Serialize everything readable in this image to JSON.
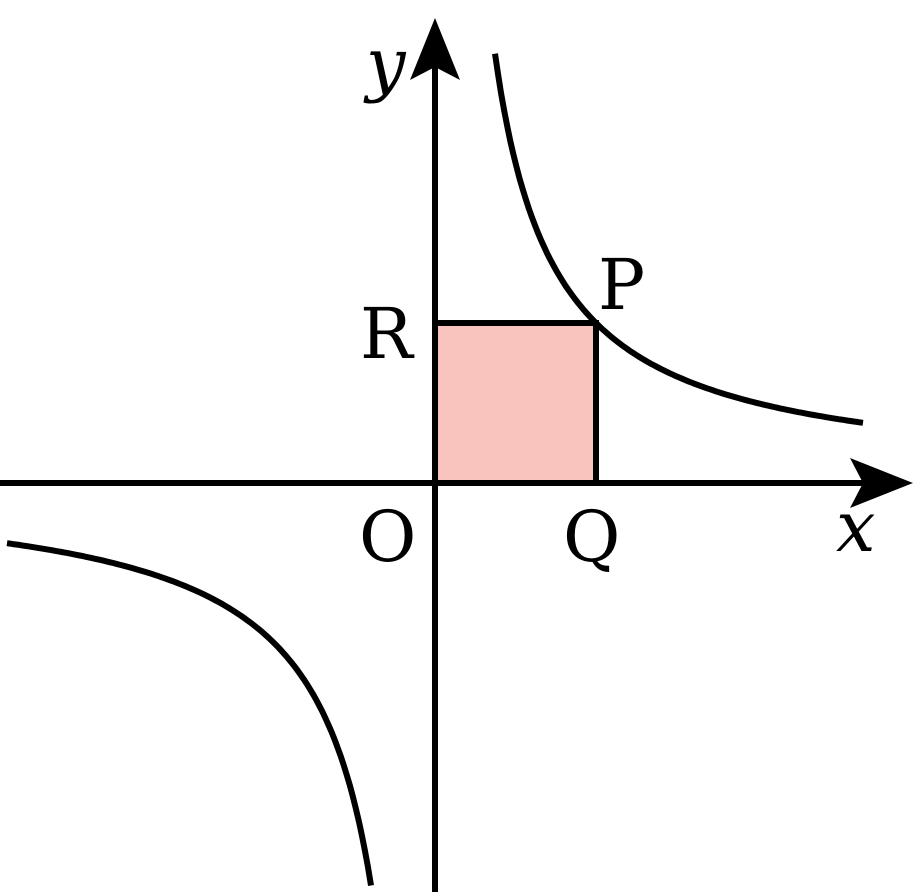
{
  "diagram": {
    "axes": {
      "x_label": "x",
      "y_label": "y"
    },
    "points": {
      "origin": "O",
      "p": "P",
      "q": "Q",
      "r": "R"
    },
    "curve": {
      "equation_type": "hyperbola",
      "branches": [
        "first-quadrant",
        "third-quadrant"
      ]
    },
    "colors": {
      "stroke": "#000000",
      "rect_fill": "#f8c4bd",
      "background": "#ffffff"
    }
  }
}
